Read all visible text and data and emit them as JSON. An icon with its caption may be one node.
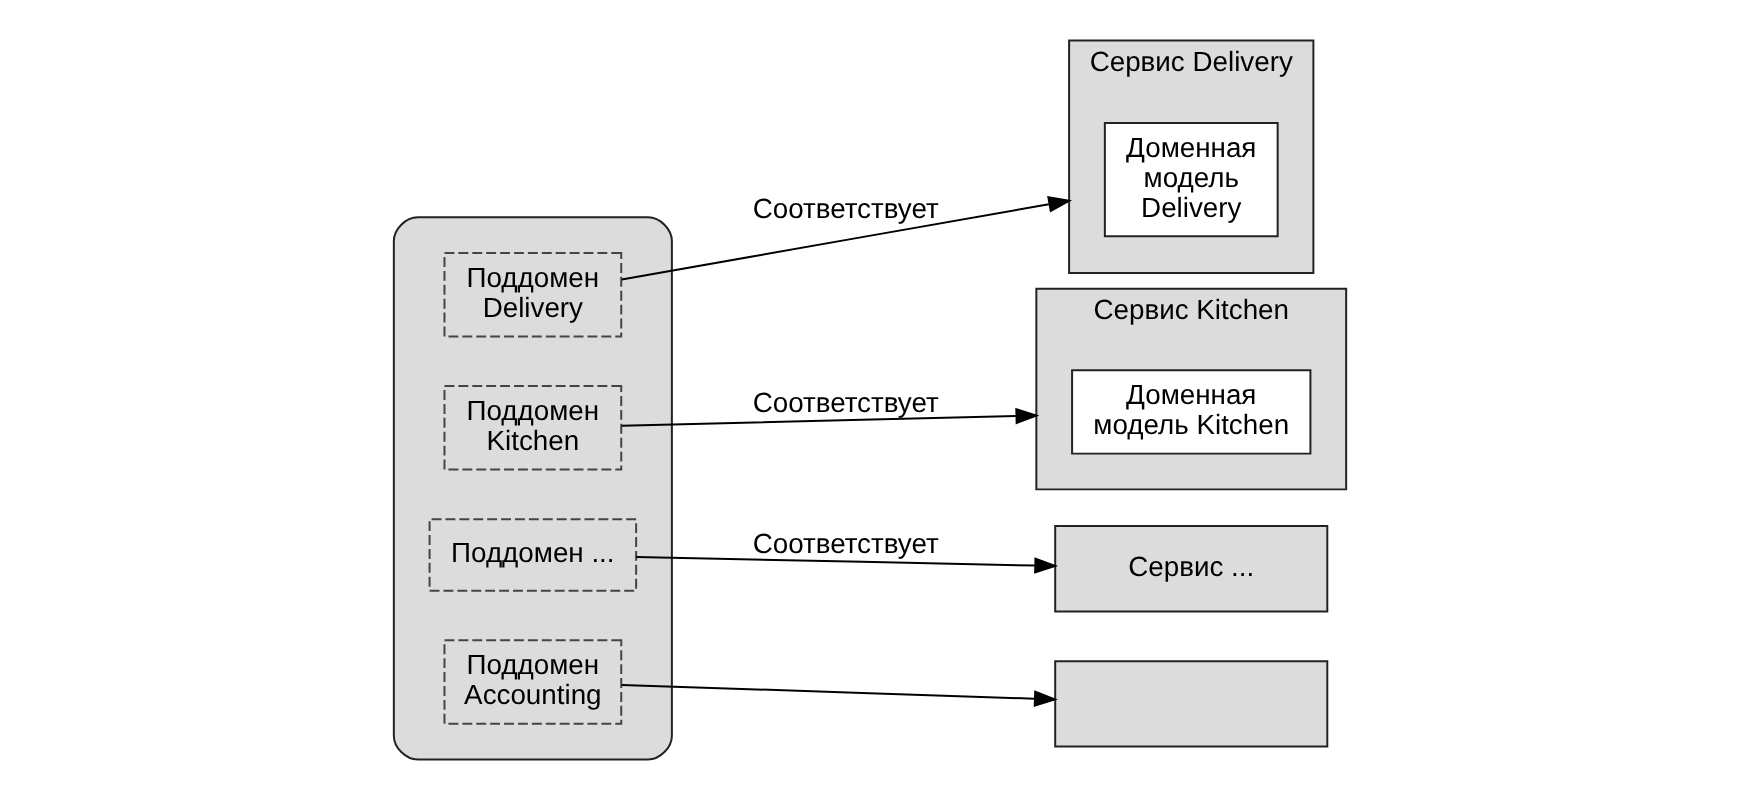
{
  "diagram": {
    "nodes": [
      {
        "text": [],
        "shape": "ellipse"
      },
      {
        "text": [
          "Поддомен Delivery"
        ],
        "in": 0
      },
      {
        "text": [
          "Поддомен Kitchen"
        ],
        "in": 0
      },
      {
        "text": [
          "Поддомен ..."
        ],
        "in": 0
      },
      {
        "text": [
          "Поддомен Accounting"
        ],
        "in": 0
      },
      {
        "text": [
          "Сервис Delivery"
        ]
      },
      {
        "text": [
          "Доменная модель Delivery"
        ],
        "in": 5
      },
      {
        "text": [
          "Сервис Kitchen"
        ]
      },
      {
        "text": [
          "Доменная модель Kitchen"
        ],
        "in": 7
      },
      {
        "text": [
          "Сервис ..."
        ]
      },
      {
        "text": [],
        "shape": "box"
      }
    ],
    "edges": [
      {
        "from": 1,
        "to": 5,
        "arrow": "to",
        "label": "Соответствует"
      },
      {
        "from": 2,
        "to": 7,
        "arrow": "to",
        "label": "Соответствует"
      },
      {
        "from": 3,
        "to": 9,
        "arrow": "to",
        "label": "Соответствует"
      },
      {
        "from": 4,
        "to": 10,
        "arrow": "to"
      }
    ]
  }
}
